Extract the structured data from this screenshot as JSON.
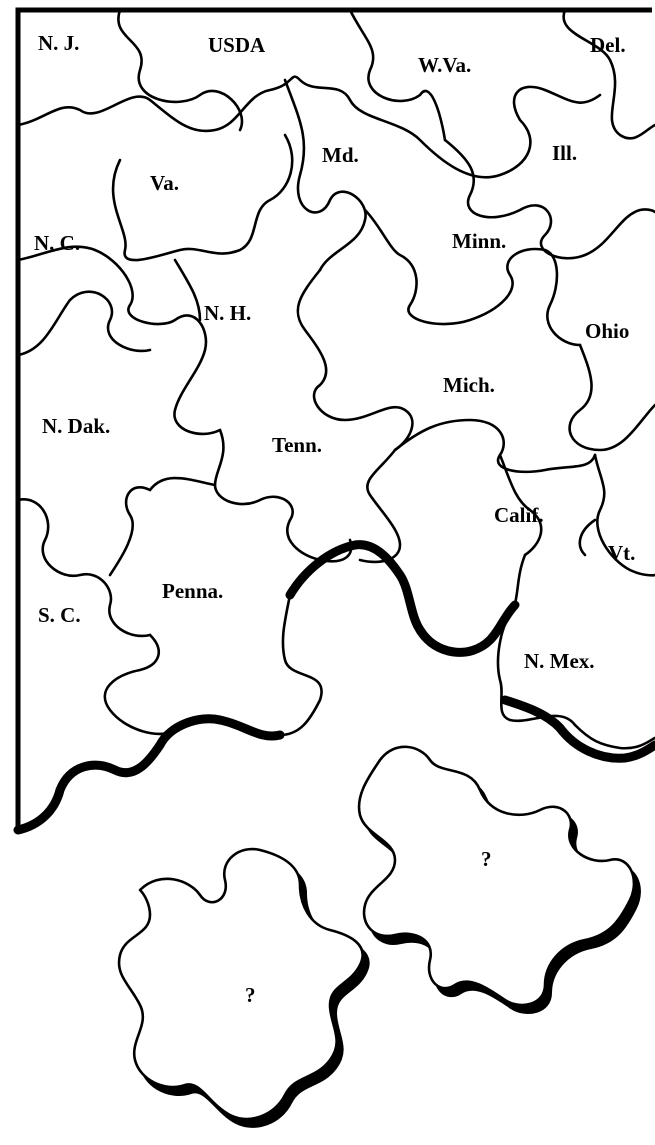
{
  "pieces": [
    {
      "id": "nj",
      "label": "N. J."
    },
    {
      "id": "usda",
      "label": "USDA"
    },
    {
      "id": "wva",
      "label": "W.Va."
    },
    {
      "id": "del",
      "label": "Del."
    },
    {
      "id": "va",
      "label": "Va."
    },
    {
      "id": "md",
      "label": "Md."
    },
    {
      "id": "ill",
      "label": "Ill."
    },
    {
      "id": "nc",
      "label": "N. C."
    },
    {
      "id": "minn",
      "label": "Minn."
    },
    {
      "id": "nh",
      "label": "N. H."
    },
    {
      "id": "ohio",
      "label": "Ohio"
    },
    {
      "id": "mich",
      "label": "Mich."
    },
    {
      "id": "ndak",
      "label": "N. Dak."
    },
    {
      "id": "tenn",
      "label": "Tenn."
    },
    {
      "id": "calif",
      "label": "Calif."
    },
    {
      "id": "vt",
      "label": "Vt."
    },
    {
      "id": "penna",
      "label": "Penna."
    },
    {
      "id": "sc",
      "label": "S. C."
    },
    {
      "id": "nmex",
      "label": "N. Mex."
    }
  ],
  "loose_pieces": [
    {
      "id": "unknown-1",
      "label": "?"
    },
    {
      "id": "unknown-2",
      "label": "?"
    }
  ]
}
